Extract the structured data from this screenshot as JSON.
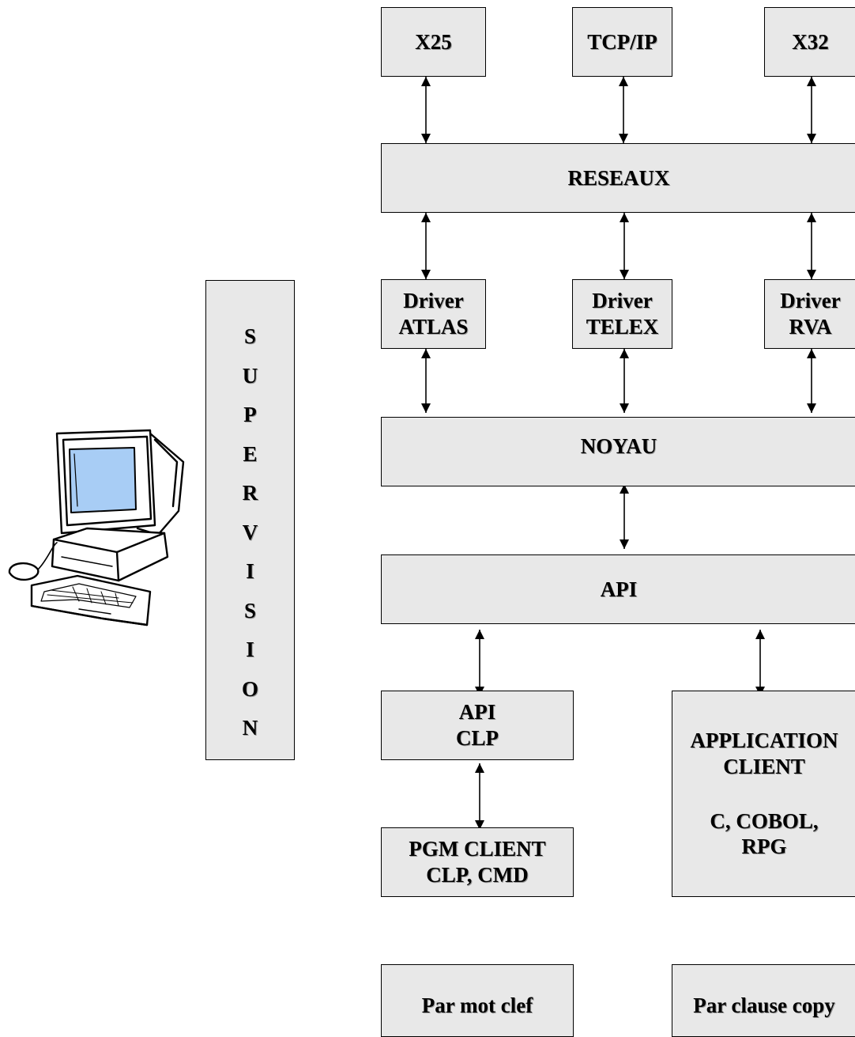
{
  "networks": {
    "x25": "X25",
    "tcpip": "TCP/IP",
    "x32": "X32"
  },
  "reseaux": "RESEAUX",
  "drivers": {
    "atlas": [
      "Driver",
      "ATLAS"
    ],
    "telex": [
      "Driver",
      "TELEX"
    ],
    "rva": [
      "Driver",
      "RVA"
    ]
  },
  "noyau": "NOYAU",
  "api": "API",
  "api_clp": [
    "API",
    "CLP"
  ],
  "pgm_client": [
    "PGM CLIENT",
    "CLP, CMD"
  ],
  "application_client": [
    "APPLICATION",
    "CLIENT",
    "C, COBOL,",
    "RPG"
  ],
  "par_mot_clef": "Par mot clef",
  "par_clause_copy": "Par clause copy",
  "supervision": [
    "S",
    "U",
    "P",
    "E",
    "R",
    "V",
    "I",
    "S",
    "I",
    "O",
    "N"
  ],
  "colors": {
    "box_fill": "#e8e8e8",
    "border": "#000000",
    "screen": "#a8cdf5"
  },
  "icons": {
    "computer": "computer-clipart-icon"
  }
}
